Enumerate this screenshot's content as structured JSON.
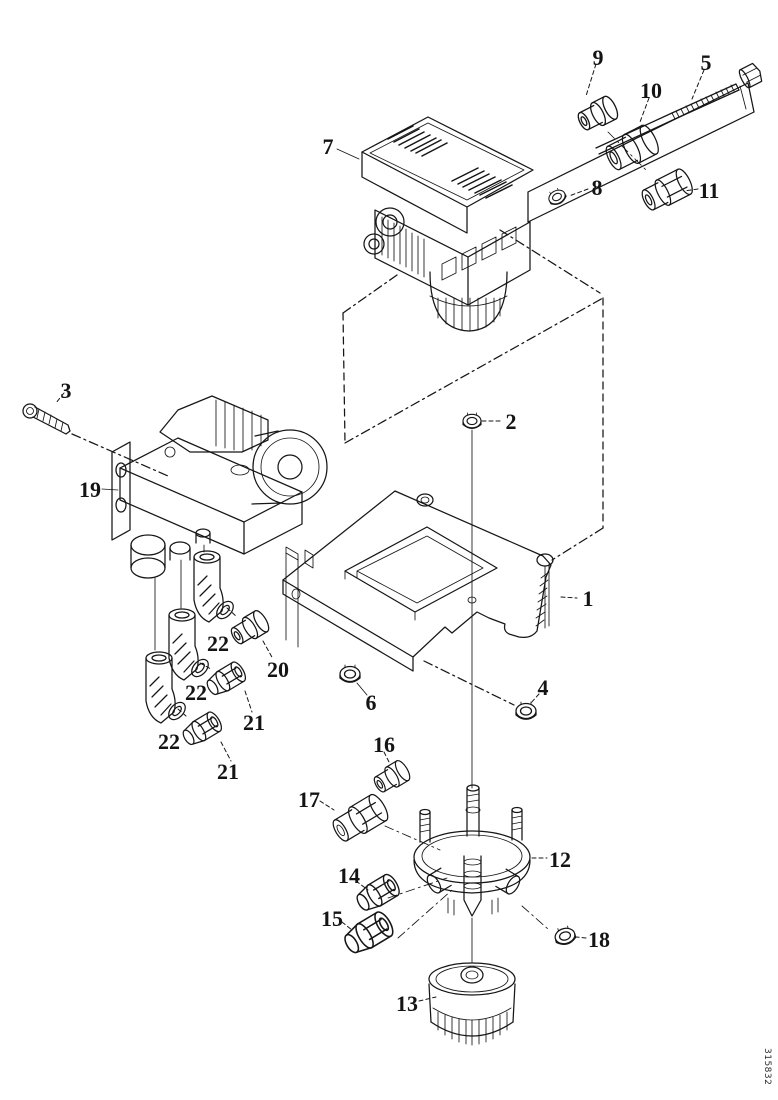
{
  "figure": {
    "type": "exploded-parts-diagram",
    "background": "#ffffff",
    "ink": "#161616",
    "doc_number": "315832",
    "callouts": [
      "1",
      "2",
      "3",
      "4",
      "5",
      "6",
      "7",
      "8",
      "9",
      "10",
      "11",
      "12",
      "13",
      "14",
      "15",
      "16",
      "17",
      "18",
      "19",
      "20",
      "21",
      "21",
      "22",
      "22",
      "22"
    ]
  }
}
